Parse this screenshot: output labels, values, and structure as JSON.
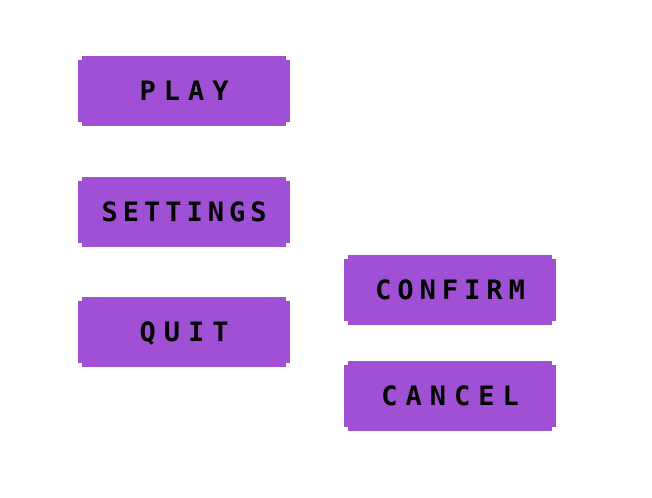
{
  "menu": {
    "play": "PLAY",
    "settings": "SETTINGS",
    "quit": "QUIT"
  },
  "dialog": {
    "confirm": "CONFIRM",
    "cancel": "CANCEL"
  },
  "colors": {
    "button": "#a050d4",
    "text": "#000000"
  }
}
